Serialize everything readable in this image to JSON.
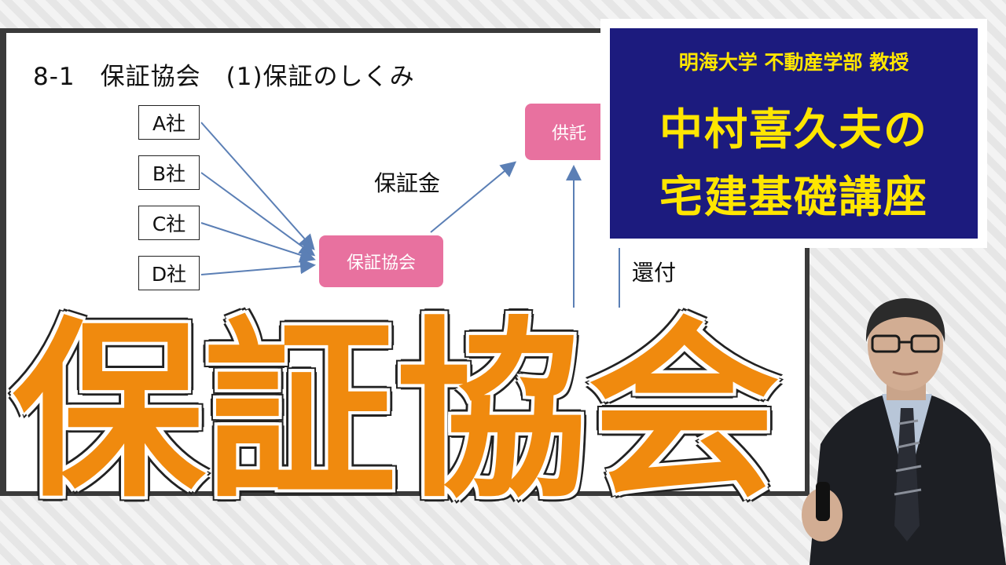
{
  "slide": {
    "title": "8-1　保証協会　(1)保証のしくみ",
    "companies": [
      "A社",
      "B社",
      "C社",
      "D社"
    ],
    "association_box": "保証協会",
    "deposit_box": "供託",
    "label_guarantee_money": "保証金",
    "label_refund": "還付"
  },
  "card": {
    "line1": "明海大学 不動産学部 教授",
    "line2": "中村喜久夫の",
    "line3": "宅建基礎講座"
  },
  "overlay_title": "保証協会",
  "colors": {
    "card_bg": "#1c1b7e",
    "card_text": "#ffe600",
    "pink_box": "#e8719f",
    "title_orange": "#f08a0e",
    "arrow_blue": "#5b7fb5"
  }
}
